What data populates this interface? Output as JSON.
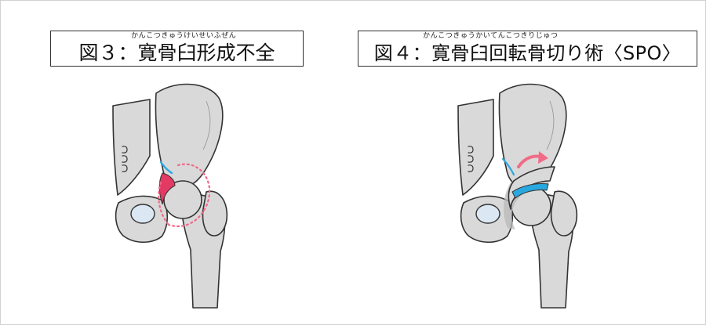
{
  "figure3": {
    "ruby": "かんこつきゅうけいせいふぜん",
    "title": "図３：寛骨臼形成不全"
  },
  "figure4": {
    "ruby": "かんこつきゅうかいてんこつきりじゅつ",
    "title": "図４：寛骨臼回転骨切り術〈SPO〉"
  },
  "colors": {
    "bone": "#d9d9d9",
    "outline": "#333333",
    "dysplasia_highlight": "#e23a63",
    "dotted_arc": "#f06a8a",
    "rotation_arrow": "#f26b86",
    "cartilage": "#29a8df",
    "foramen": "#dbe8f3"
  },
  "icons": {
    "rotation": "curved-arrow-icon"
  }
}
